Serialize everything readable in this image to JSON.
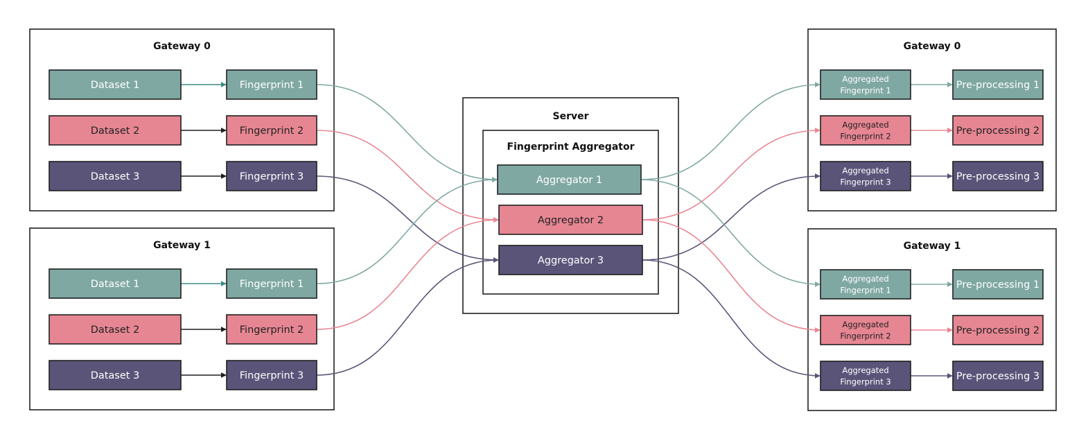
{
  "colors": {
    "teal": "#7fa8a3",
    "pink": "#e78693",
    "purple": "#5b5479",
    "teal_arrow": "#3c8c86",
    "dark_arrow": "#1f1f1f",
    "text_light": "#ffffff",
    "text_dark": "#222222"
  },
  "left_gateways": [
    {
      "title": "Gateway 0",
      "datasets": [
        "Dataset 1",
        "Dataset 2",
        "Dataset 3"
      ],
      "fingerprints": [
        "Fingerprint 1",
        "Fingerprint 2",
        "Fingerprint 3"
      ]
    },
    {
      "title": "Gateway 1",
      "datasets": [
        "Dataset 1",
        "Dataset 2",
        "Dataset 3"
      ],
      "fingerprints": [
        "Fingerprint 1",
        "Fingerprint 2",
        "Fingerprint 3"
      ]
    }
  ],
  "server": {
    "title": "Server",
    "aggregator_group_title": "Fingerprint Aggregator",
    "aggregators": [
      "Aggregator 1",
      "Aggregator 2",
      "Aggregator 3"
    ]
  },
  "right_gateways": [
    {
      "title": "Gateway 0",
      "aggregated": [
        [
          "Aggregated",
          "Fingerprint 1"
        ],
        [
          "Aggregated",
          "Fingerprint 2"
        ],
        [
          "Aggregated",
          "Fingerprint 3"
        ]
      ],
      "preprocessing": [
        "Pre-processing 1",
        "Pre-processing 2",
        "Pre-processing 3"
      ]
    },
    {
      "title": "Gateway 1",
      "aggregated": [
        [
          "Aggregated",
          "Fingerprint 1"
        ],
        [
          "Aggregated",
          "Fingerprint 2"
        ],
        [
          "Aggregated",
          "Fingerprint 3"
        ]
      ],
      "preprocessing": [
        "Pre-processing 1",
        "Pre-processing 2",
        "Pre-processing 3"
      ]
    }
  ]
}
